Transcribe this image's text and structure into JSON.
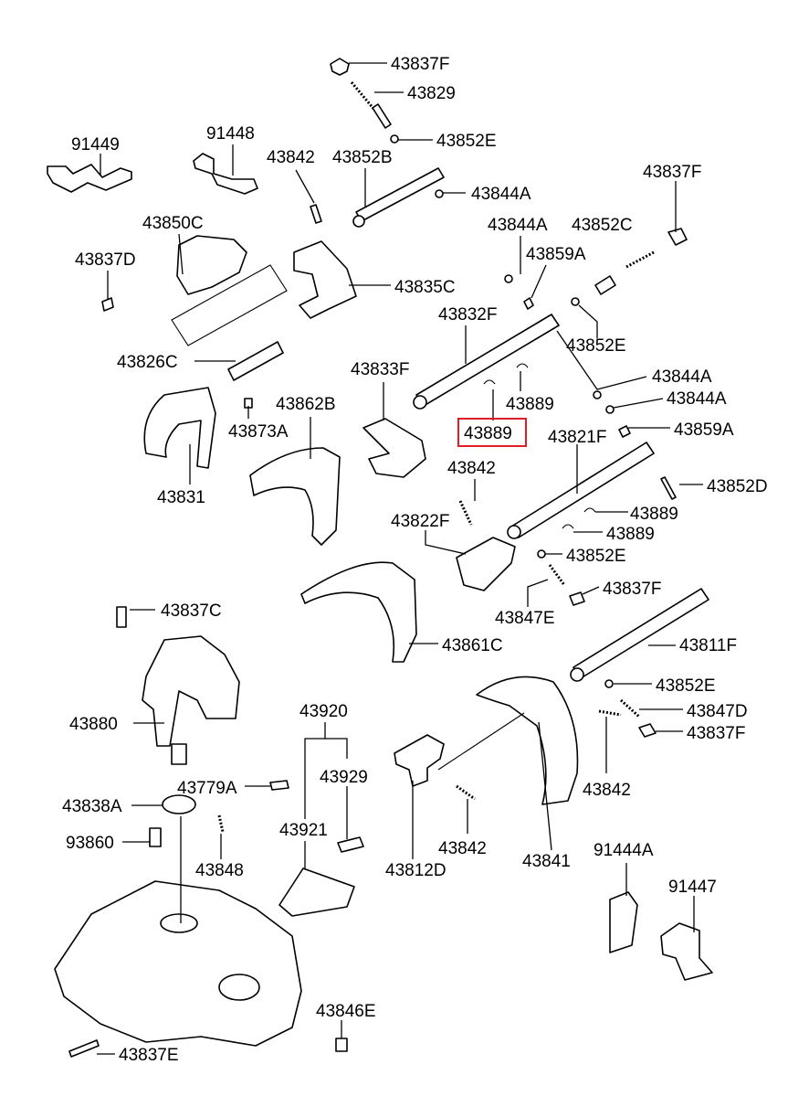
{
  "diagram": {
    "highlight_color": "#e01c24",
    "highlighted_label": "43889",
    "labels": {
      "l43837F_a": "43837F",
      "l43829": "43829",
      "l43852E_a": "43852E",
      "l91449": "91449",
      "l91448": "91448",
      "l43842_a": "43842",
      "l43852B": "43852B",
      "l43844A_a": "43844A",
      "l43837F_b": "43837F",
      "l43850C": "43850C",
      "l43844A_b": "43844A",
      "l43852C": "43852C",
      "l43837D": "43837D",
      "l43859A_a": "43859A",
      "l43835C": "43835C",
      "l43832F": "43832F",
      "l43852E_b": "43852E",
      "l43826C": "43826C",
      "l43833F": "43833F",
      "l43844A_c": "43844A",
      "l43844A_d": "43844A",
      "l43889_a": "43889",
      "l43862B": "43862B",
      "l43889_hl": "43889",
      "l43821F": "43821F",
      "l43859A_b": "43859A",
      "l43873A": "43873A",
      "l43842_b": "43842",
      "l43852D": "43852D",
      "l43831": "43831",
      "l43822F": "43822F",
      "l43889_b": "43889",
      "l43889_c": "43889",
      "l43852E_c": "43852E",
      "l43837F_c": "43837F",
      "l43837C": "43837C",
      "l43847E": "43847E",
      "l43861C": "43861C",
      "l43811F": "43811F",
      "l43852E_d": "43852E",
      "l43880": "43880",
      "l43920": "43920",
      "l43847D": "43847D",
      "l43837F_d": "43837F",
      "l43779A": "43779A",
      "l43929": "43929",
      "l43842_c": "43842",
      "l43838A": "43838A",
      "l93860": "93860",
      "l43921": "43921",
      "l43848": "43848",
      "l43842_d": "43842",
      "l43812D": "43812D",
      "l43841": "43841",
      "l91444A": "91444A",
      "l91447": "91447",
      "l43846E": "43846E",
      "l43837E": "43837E"
    }
  }
}
